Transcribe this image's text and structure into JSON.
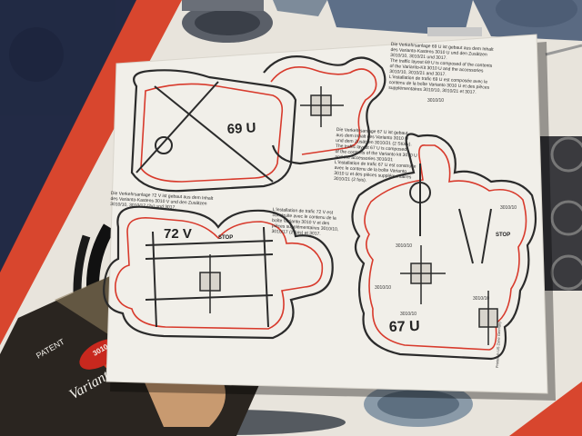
{
  "photo": {
    "subject": "Vintage Schuco Varianto 3010 toy train track layout instruction sheet lying on its box",
    "colors": {
      "carpet": "#1f2740",
      "box_red": "#d8462e",
      "box_tray": "#f2efe9",
      "paper": "#f1efe9",
      "track_red": "#d83a2c",
      "track_dark": "#2b2b2b"
    }
  },
  "sheet": {
    "layouts": {
      "l69": "69 U",
      "l72": "72 V",
      "l67": "67 U"
    },
    "stop_labels": [
      "STOP",
      "STOP"
    ],
    "text_top_right": [
      "Die Verkehrsanlage 69 U ist gebaut aus dem Inhalt",
      "des Varianto-Kastens 3010 U und den Zusätzen",
      "3010/10, 3010/21 und 3017.",
      "The traffic layout 69 U is composed of the contents",
      "of the Varianto-Kit 3010 U and the accessories",
      "3010/10, 3010/21 and 3017.",
      "L'installation de trafic 69 U est composée avec le",
      "contenu de la boîte Varianto 3010 U et des pièces",
      "supplémentaires 3010/10, 3010/21 et 3017."
    ],
    "text_middle": [
      "Die Verkehrsanlage 67 U ist gebaut",
      "aus dem Inhalt des Varianto 3010 U",
      "und dem Zusätzen 3010/21 (2 Stück).",
      "The traffic layout 67 U is composed",
      "of the contents of the Varianto kit 3010 U",
      "and the accessories 3010/21",
      "L'installation de trafic 67 U est construite",
      "avec le contenu de la boîte Varianto",
      "3010 U et des pièces supplémentaires",
      "3010/21 (2 fois)."
    ],
    "text_left": [
      "Die Verkehrsanlage 72 V ist gebaut aus dem Inhalt",
      "des Varianto-Kastens 3010 V und den Zusätzen",
      "3010/10, 3010/17 (2x) und 3017."
    ],
    "text_center": [
      "L'installation de trafic 72 V est",
      "construite avec le contenu de la",
      "boîte Varianto 3010 V et des",
      "pièces supplémentaires 3010/10,",
      "3010/17 (2 fois) et 3017."
    ],
    "track_codes": [
      "3010/10",
      "3010/10",
      "3010/10",
      "3010/10",
      "3010/10",
      "3010/10"
    ],
    "footer": "Printed in US Zone Germany"
  },
  "box": {
    "brand": "Varianto",
    "model": "3010",
    "word": "PATENT"
  }
}
